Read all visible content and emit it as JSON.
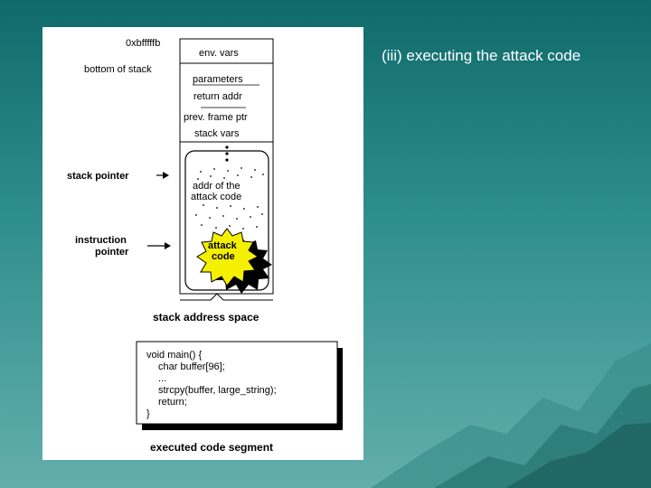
{
  "slide": {
    "title": "(iii) executing the attack code"
  },
  "stack": {
    "top_address": "0xbfffffb",
    "bottom_label": "bottom of stack",
    "segments": [
      "env. vars",
      "parameters",
      "return addr",
      "prev. frame ptr",
      "stack vars"
    ],
    "overwrite_label_line1": "addr of the",
    "overwrite_label_line2": "attack code",
    "attack_label_line1": "attack",
    "attack_label_line2": "code",
    "stack_pointer_label": "stack pointer",
    "ip_label_line1": "instruction",
    "ip_label_line2": "pointer",
    "caption": "stack address space"
  },
  "code": {
    "lines": [
      "void main() {",
      "char buffer[96];",
      "...",
      "strcpy(buffer, large_string);",
      "return;",
      "}"
    ],
    "caption": "executed code segment"
  },
  "colors": {
    "background_top": "#0f6b6b",
    "background_bottom": "#63aeac",
    "burst": "#f5f000"
  }
}
